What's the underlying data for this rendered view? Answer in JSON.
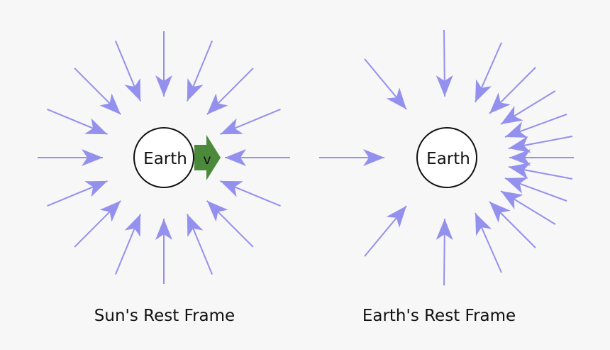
{
  "colors": {
    "background": "#f7f7f7",
    "rays": "#9490ee",
    "velocity_arrow": "#4a8a3a",
    "earth_fill": "#ffffff",
    "earth_stroke": "#111111"
  },
  "left_panel": {
    "earth_label": "Earth",
    "velocity_label": "v",
    "caption": "Sun's Rest Frame"
  },
  "right_panel": {
    "earth_label": "Earth",
    "caption": "Earth's Rest Frame"
  }
}
